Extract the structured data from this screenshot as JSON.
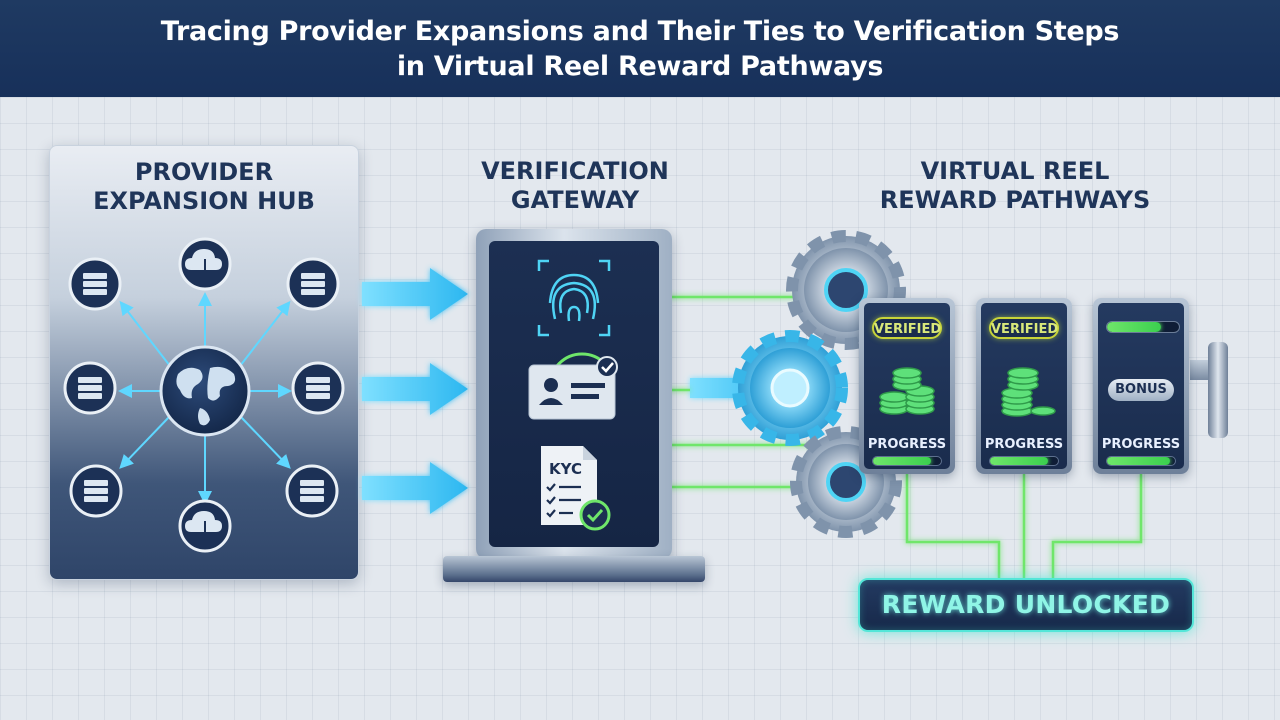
{
  "title": {
    "line1": "Tracing Provider Expansions and Their Ties to Verification Steps",
    "line2": "in Virtual Reel Reward Pathways"
  },
  "hub": {
    "title_line1": "PROVIDER",
    "title_line2": "EXPANSION HUB",
    "center_icon": "globe-icon",
    "nodes": [
      "server-icon",
      "cloud-icon",
      "server-icon",
      "server-icon",
      "server-icon",
      "server-icon",
      "cloud-icon",
      "server-icon"
    ]
  },
  "gateway": {
    "title_line1": "VERIFICATION",
    "title_line2": "GATEWAY",
    "steps": [
      {
        "icon": "fingerprint-icon"
      },
      {
        "icon": "id-card-icon"
      },
      {
        "icon": "kyc-document-icon",
        "label": "KYC"
      }
    ]
  },
  "pathways": {
    "title_line1": "VIRTUAL REEL",
    "title_line2": "REWARD PATHWAYS",
    "reels": [
      {
        "badge": "VERIFIED",
        "progress_label": "PROGRESS",
        "progress": 0.85
      },
      {
        "badge": "VERIFIED",
        "progress_label": "PROGRESS",
        "progress": 0.85
      },
      {
        "badge": "BONUS",
        "progress_label": "PROGRESS",
        "progress": 0.92,
        "top_progress": 0.75
      }
    ],
    "reward_label": "REWARD UNLOCKED"
  },
  "colors": {
    "header_bg": "#1f3a62",
    "accent_blue": "#3fc7f5",
    "accent_green": "#5ef06a",
    "accent_teal": "#54e6d8",
    "badge_yellow": "#c8d43a"
  }
}
